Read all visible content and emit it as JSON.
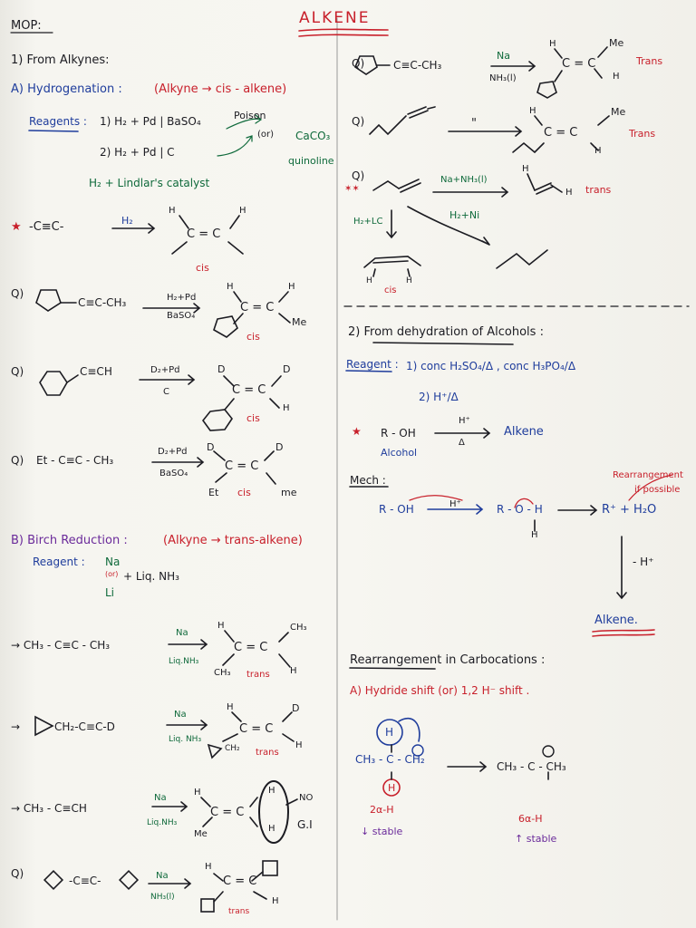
{
  "title": "ALKENE",
  "mop": "MOP:",
  "s1": {
    "heading": "1) From Alkynes:",
    "a_heading": "A) Hydrogenation :",
    "a_paren": "(Alkyne → cis - alkene)",
    "reagents_label": "Reagents :",
    "r1": "1) H₂ + Pd | BaSO₄",
    "poison": "Poison",
    "or1": "(or)",
    "caco3": "CaCO₃",
    "quinoline": "quinoline",
    "r2": "2) H₂ + Pd | C",
    "r3": "H₂ + Lindlar's catalyst",
    "ex_generic": {
      "lhs": "-C≡C-",
      "reagent": "H₂",
      "cis": "cis"
    },
    "ex_q1": {
      "q": "Q)",
      "lhs": "C≡C-CH₃",
      "reag_top": "H₂+Pd",
      "reag_bot": "BaSO₄",
      "me": "Me",
      "cis": "cis"
    },
    "ex_q2": {
      "q": "Q)",
      "lhs": "C≡CH",
      "reag_top": "D₂+Pd",
      "reag_bot": "C",
      "d1": "D",
      "d2": "D",
      "h": "H",
      "cis": "cis"
    },
    "ex_q3": {
      "q": "Q)",
      "lhs": "Et - C≡C - CH₃",
      "reag_top": "D₂+Pd",
      "reag_bot": "BaSO₄",
      "d1": "D",
      "d2": "D",
      "et": "Et",
      "cis": "cis",
      "me": "me"
    }
  },
  "birch": {
    "heading": "B) Birch Reduction :",
    "paren": "(Alkyne → trans-alkene)",
    "reagent_label": "Reagent :",
    "na": "Na",
    "or": "(or)",
    "li": "Li",
    "liq": "+ Liq. NH₃",
    "e1": {
      "lhs": "→ CH₃ - C≡C - CH₃",
      "top": "Na",
      "bot": "Liq.NH₃",
      "ch3a": "CH₃",
      "ch3b": "CH₃",
      "trans": "trans"
    },
    "e2": {
      "lhs": "CH₂-C≡C-D",
      "top": "Na",
      "bot": "Liq. NH₃",
      "d": "D",
      "ch2": "CH₂",
      "trans": "trans"
    },
    "e3": {
      "lhs": "→ CH₃ - C≡CH",
      "top": "Na",
      "bot": "Liq.NH₃",
      "me": "Me",
      "no": "NO",
      "gi": "G.I"
    },
    "e4": {
      "q": "Q)",
      "lhs": "-C≡C-",
      "top": "Na",
      "bot": "NH₃(l)",
      "trans": "trans"
    }
  },
  "right_top": {
    "q1": {
      "q": "Q)",
      "lhs": "C≡C-CH₃",
      "top": "Na",
      "bot": "NH₃(l)",
      "me": "Me",
      "trans": "Trans"
    },
    "q2": {
      "q": "Q)",
      "ditto": "\"",
      "me": "Me",
      "trans": "Trans"
    },
    "q3": {
      "q": "Q)",
      "top": "Na+NH₃(l)",
      "trans": "trans",
      "left": "H₂+LC",
      "mid": "H₂+Ni",
      "cis": "cis"
    }
  },
  "s2": {
    "heading": "2) From dehydration of Alcohols :",
    "reagent_label": "Reagent :",
    "r1": "1) conc H₂SO₄/Δ , conc H₃PO₄/Δ",
    "r2": "2) H⁺/Δ",
    "rxn_lhs": "R - OH",
    "rxn_top": "H⁺",
    "rxn_bot": "Δ",
    "rxn_rhs": "Alkene",
    "alcohol": "Alcohol",
    "mech": "Mech :",
    "m_lhs": "R - OH",
    "m_h": "H⁺",
    "m_mid": "R - O - H",
    "m_h2": "H",
    "m_rhs": "R⁺ + H₂O",
    "rearr1": "Rearrangement",
    "rearr2": "if possible",
    "minus_h": "- H⁺",
    "alkene": "Alkene."
  },
  "rearr": {
    "heading": "Rearrangement in Carbocations :",
    "a": "A) Hydride shift (or) 1,2 H⁻ shift .",
    "left": "CH₃ - C - CH₂",
    "right": "CH₃ - C - CH₃",
    "h": "H",
    "alpha_left": "2α-H",
    "stable_left": "↓ stable",
    "alpha_right": "6α-H",
    "stable_right": "↑ stable"
  },
  "colors": {
    "red": "#c8202b",
    "blue": "#1f3d9c",
    "green": "#0f6a3b",
    "black": "#1c1c22"
  }
}
